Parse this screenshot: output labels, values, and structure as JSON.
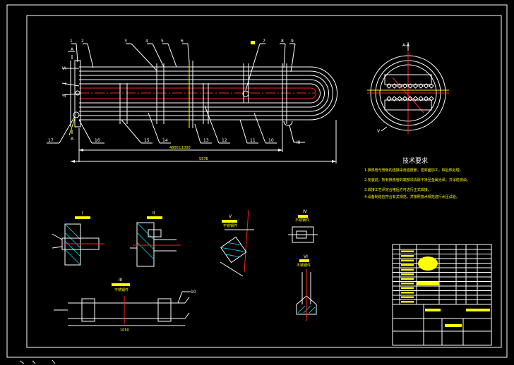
{
  "drawing": {
    "main_view": {
      "balloons_top": [
        "1",
        "2",
        "3",
        "4",
        "5",
        "6",
        "7",
        "8",
        "9"
      ],
      "balloons_bottom": [
        "17",
        "16",
        "15",
        "14",
        "13",
        "12",
        "11",
        "10"
      ],
      "section_marks": [
        "A",
        "A"
      ],
      "detail_refs_left": [
        "VI",
        "I",
        "II"
      ],
      "detail_ref_bottom": "III",
      "dim_inner": "4800±1000",
      "dim_overall": "5576"
    },
    "section_view": {
      "title": "A-A",
      "detail_ref": "V"
    },
    "requirements": {
      "heading": "技术要求",
      "items": [
        "1.换热管与管板的连接采用强度胀，密封面加工，焊后热处理。",
        "2.安装前，所有换热管的端部须清除干净至金属光泽，并涂防锈油。",
        "3.焊接工艺评定合格后方可进行正式焊接。",
        "4.设备制造应符合有关规范，并按照技术规范进行水压试验。"
      ]
    },
    "details": [
      {
        "ref": "I"
      },
      {
        "ref": "II"
      },
      {
        "ref": "V",
        "caption": "不锈钢件"
      },
      {
        "ref": "IV",
        "caption": "不锈钢件"
      },
      {
        "ref": "VI",
        "caption": "不锈钢件"
      },
      {
        "ref": "III",
        "caption": "不锈钢件",
        "balloon": "10",
        "dim": "1050"
      }
    ]
  },
  "colors": {
    "background": "#000000",
    "frame": "#ffffff",
    "annotation": "#ffff00",
    "centerline": "#ff2020",
    "hatch": "#00e0ff"
  }
}
